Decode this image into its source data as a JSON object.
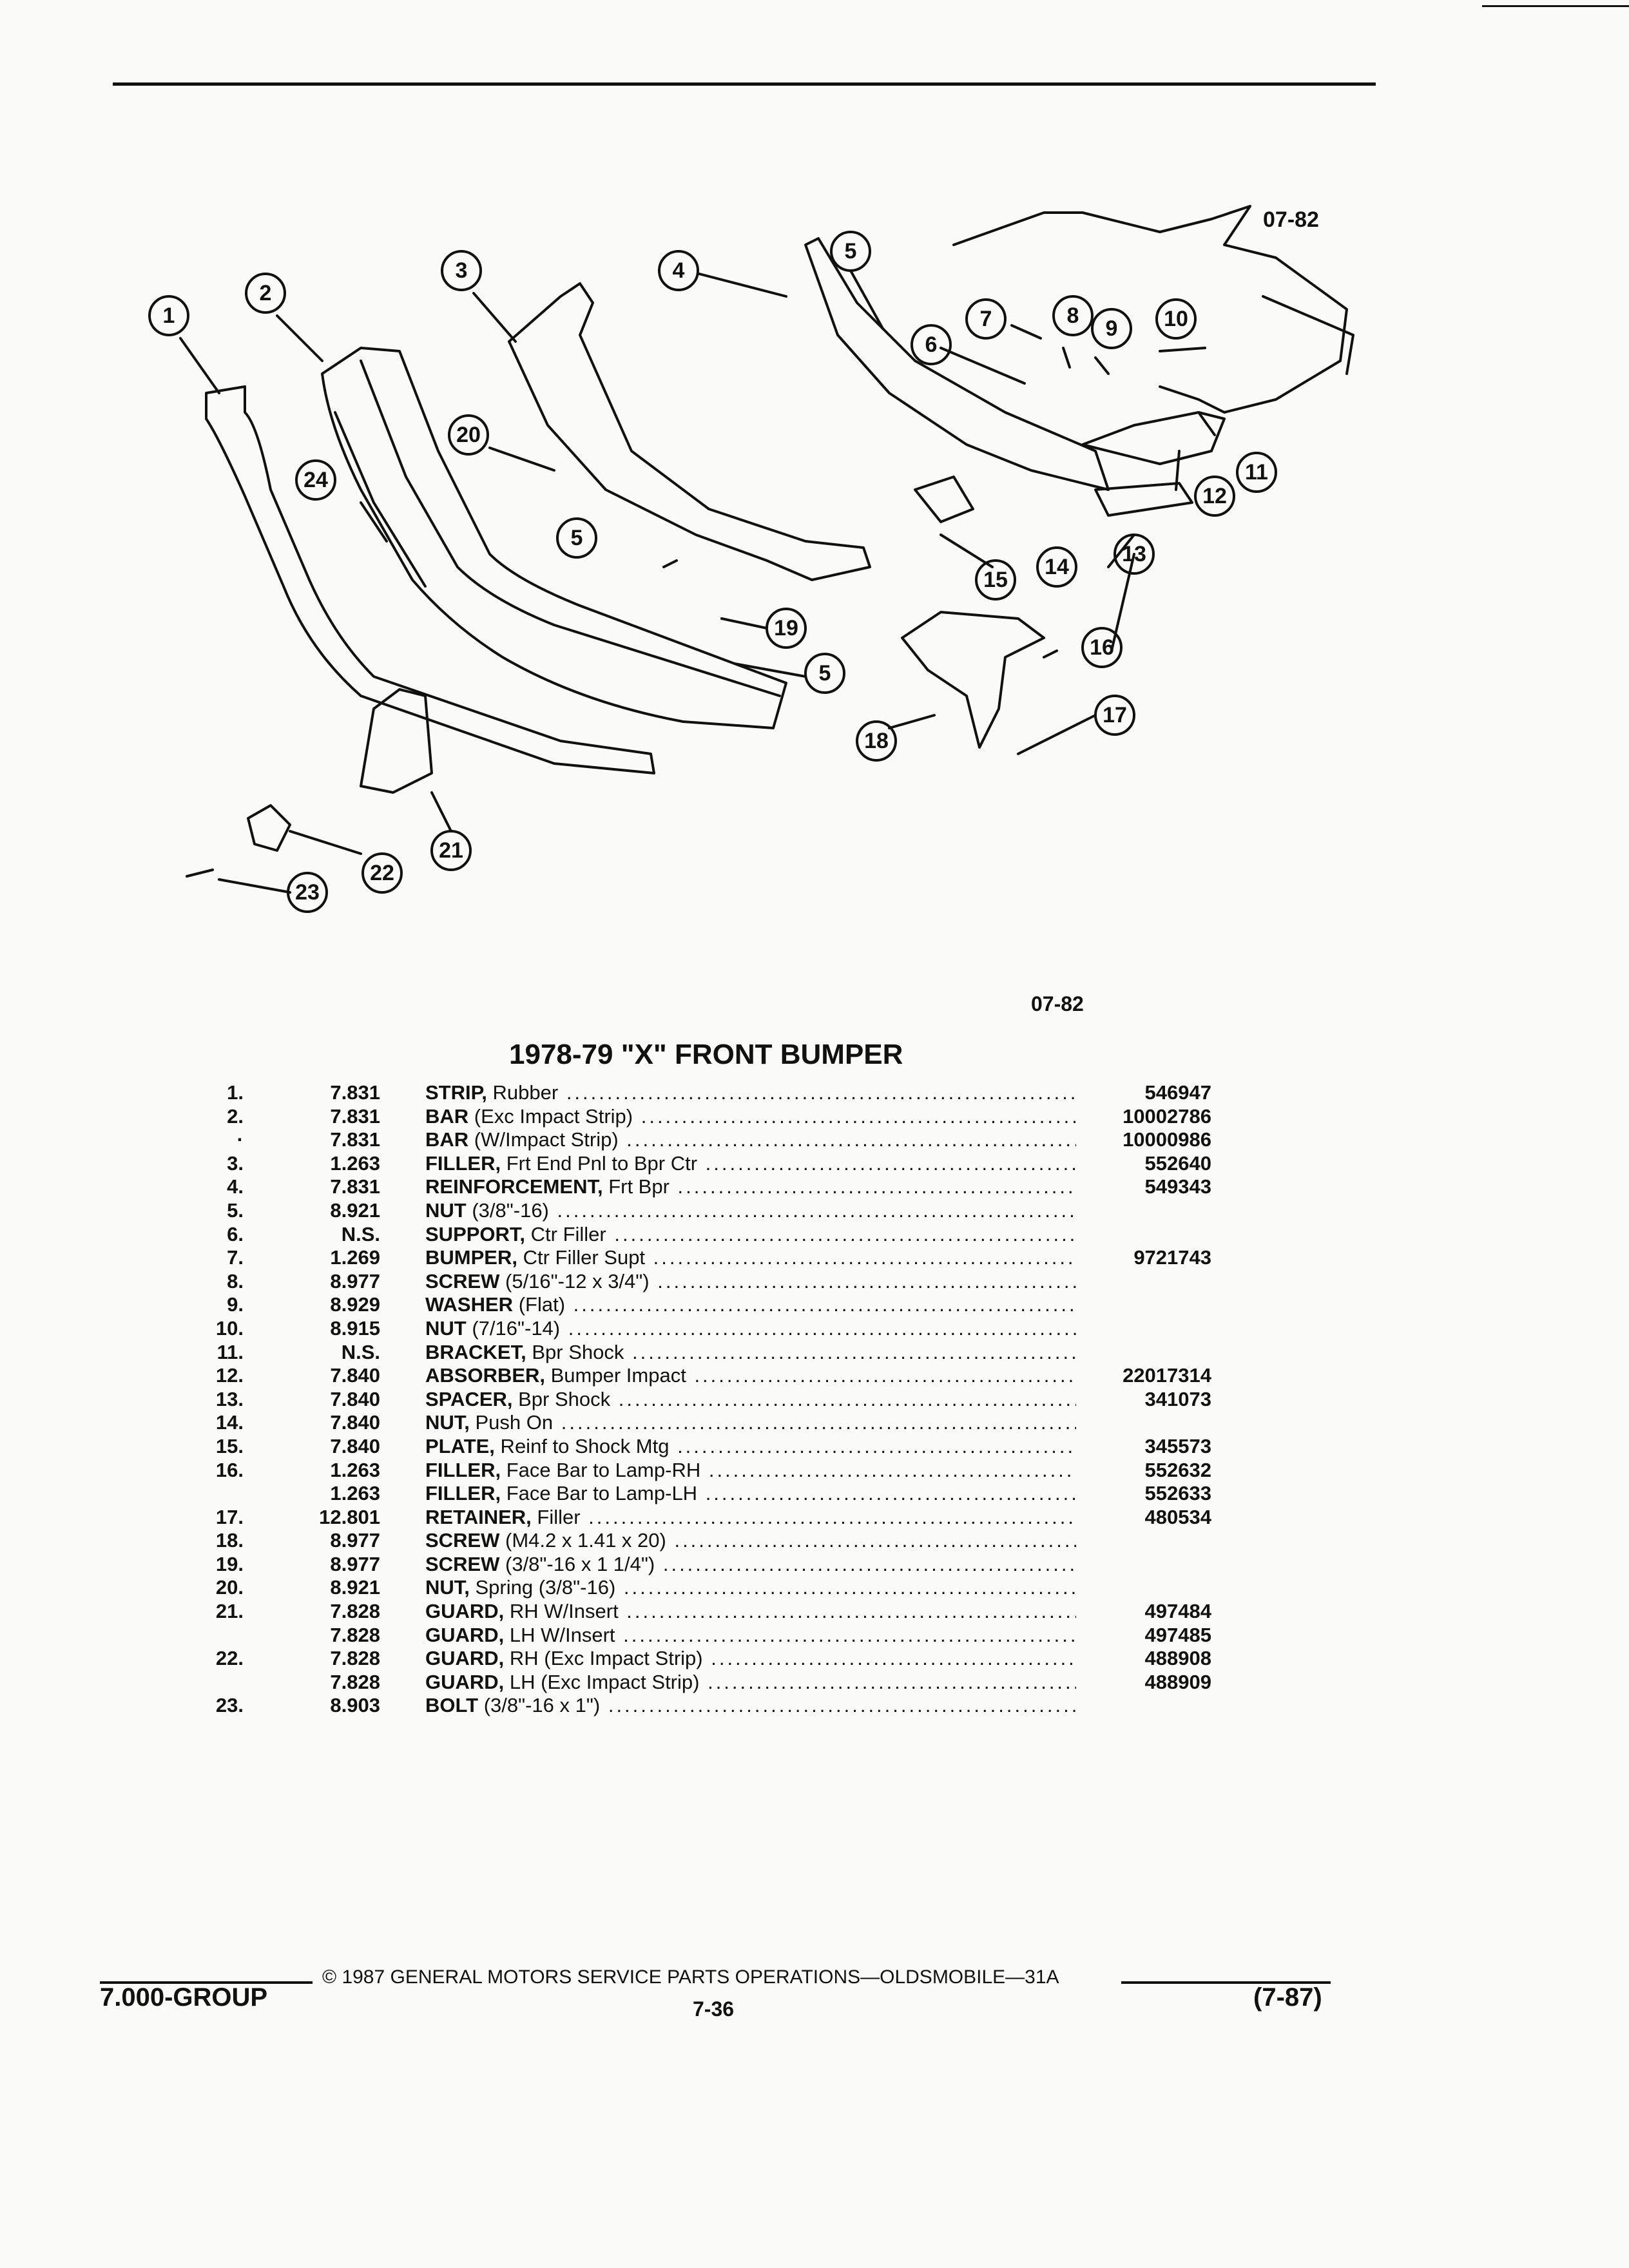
{
  "figure_code_top": "07-82",
  "figure_code_bottom": "07-82",
  "title": "1978-79 \"X\" FRONT BUMPER",
  "callouts": [
    "1",
    "2",
    "3",
    "4",
    "5",
    "6",
    "7",
    "8",
    "9",
    "10",
    "11",
    "12",
    "13",
    "14",
    "15",
    "16",
    "17",
    "18",
    "19",
    "20",
    "21",
    "22",
    "23",
    "24"
  ],
  "parts": [
    {
      "num": "1.",
      "group": "7.831",
      "label": "STRIP,",
      "detail": " Rubber",
      "part_no": "546947"
    },
    {
      "num": "2.",
      "group": "7.831",
      "label": "BAR",
      "detail": " (Exc Impact Strip)",
      "part_no": "10002786"
    },
    {
      "num": "·",
      "group": "7.831",
      "label": "BAR",
      "detail": " (W/Impact Strip)",
      "part_no": "10000986"
    },
    {
      "num": "3.",
      "group": "1.263",
      "label": "FILLER,",
      "detail": " Frt End Pnl to Bpr Ctr",
      "part_no": "552640"
    },
    {
      "num": "4.",
      "group": "7.831",
      "label": "REINFORCEMENT,",
      "detail": " Frt Bpr",
      "part_no": "549343"
    },
    {
      "num": "5.",
      "group": "8.921",
      "label": "NUT",
      "detail": " (3/8\"-16)",
      "part_no": ""
    },
    {
      "num": "6.",
      "group": "N.S.",
      "label": "SUPPORT,",
      "detail": " Ctr Filler",
      "part_no": ""
    },
    {
      "num": "7.",
      "group": "1.269",
      "label": "BUMPER,",
      "detail": " Ctr Filler Supt",
      "part_no": "9721743"
    },
    {
      "num": "8.",
      "group": "8.977",
      "label": "SCREW",
      "detail": " (5/16\"-12 x 3/4\")",
      "part_no": ""
    },
    {
      "num": "9.",
      "group": "8.929",
      "label": "WASHER",
      "detail": " (Flat)",
      "part_no": ""
    },
    {
      "num": "10.",
      "group": "8.915",
      "label": "NUT",
      "detail": " (7/16\"-14)",
      "part_no": ""
    },
    {
      "num": "11.",
      "group": "N.S.",
      "label": "BRACKET,",
      "detail": " Bpr Shock",
      "part_no": ""
    },
    {
      "num": "12.",
      "group": "7.840",
      "label": "ABSORBER,",
      "detail": " Bumper Impact",
      "part_no": "22017314"
    },
    {
      "num": "13.",
      "group": "7.840",
      "label": "SPACER,",
      "detail": " Bpr Shock",
      "part_no": "341073"
    },
    {
      "num": "14.",
      "group": "7.840",
      "label": "NUT,",
      "detail": " Push On",
      "part_no": ""
    },
    {
      "num": "15.",
      "group": "7.840",
      "label": "PLATE,",
      "detail": " Reinf to Shock Mtg",
      "part_no": "345573"
    },
    {
      "num": "16.",
      "group": "1.263",
      "label": "FILLER,",
      "detail": " Face Bar to Lamp-RH",
      "part_no": "552632"
    },
    {
      "num": "",
      "group": "1.263",
      "label": "FILLER,",
      "detail": " Face Bar to Lamp-LH",
      "part_no": "552633"
    },
    {
      "num": "17.",
      "group": "12.801",
      "label": "RETAINER,",
      "detail": " Filler",
      "part_no": "480534"
    },
    {
      "num": "18.",
      "group": "8.977",
      "label": "SCREW",
      "detail": " (M4.2 x 1.41 x 20)",
      "part_no": ""
    },
    {
      "num": "19.",
      "group": "8.977",
      "label": "SCREW",
      "detail": " (3/8\"-16 x 1 1/4\")",
      "part_no": ""
    },
    {
      "num": "20.",
      "group": "8.921",
      "label": "NUT,",
      "detail": " Spring (3/8\"-16)",
      "part_no": ""
    },
    {
      "num": "21.",
      "group": "7.828",
      "label": "GUARD,",
      "detail": " RH W/Insert",
      "part_no": "497484"
    },
    {
      "num": "",
      "group": "7.828",
      "label": "GUARD,",
      "detail": " LH W/Insert",
      "part_no": "497485"
    },
    {
      "num": "22.",
      "group": "7.828",
      "label": "GUARD,",
      "detail": " RH (Exc Impact Strip)",
      "part_no": "488908"
    },
    {
      "num": "",
      "group": "7.828",
      "label": "GUARD,",
      "detail": " LH (Exc Impact Strip)",
      "part_no": "488909"
    },
    {
      "num": "23.",
      "group": "8.903",
      "label": "BOLT",
      "detail": " (3/8\"-16 x 1\")",
      "part_no": ""
    }
  ],
  "footer": {
    "copyright": "© 1987 GENERAL MOTORS SERVICE PARTS OPERATIONS—OLDSMOBILE—31A",
    "group": "7.000-GROUP",
    "page": "7-36",
    "date": "(7-87)"
  }
}
